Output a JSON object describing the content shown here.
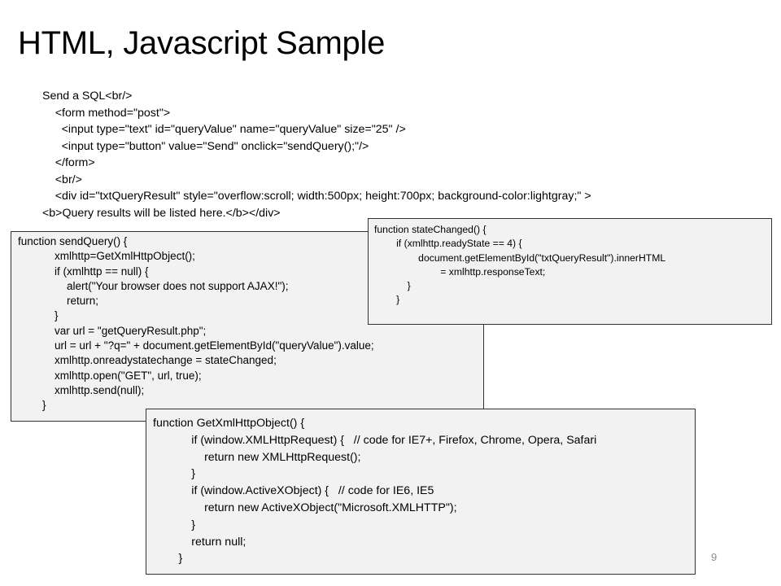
{
  "slide": {
    "title": "HTML, Javascript Sample",
    "page_number": "9"
  },
  "intro_code": [
    "Send a SQL<br/>",
    "    <form method=\"post\">",
    "      <input type=\"text\" id=\"queryValue\" name=\"queryValue\" size=\"25\" />",
    "      <input type=\"button\" value=\"Send\" onclick=\"sendQuery();\"/>",
    "    </form>",
    "    <br/>",
    "    <div id=\"txtQueryResult\" style=\"overflow:scroll; width:500px; height:700px; background-color:lightgray;\" >",
    "<b>Query results will be listed here.</b></div>"
  ],
  "send_query_code": [
    "function sendQuery() {",
    "            xmlhttp=GetXmlHttpObject();",
    "            if (xmlhttp == null) {",
    "                alert(\"Your browser does not support AJAX!\");",
    "                return;",
    "            }",
    "            var url = \"getQueryResult.php\";",
    "            url = url + \"?q=\" + document.getElementById(\"queryValue\").value;",
    "            xmlhttp.onreadystatechange = stateChanged;",
    "            xmlhttp.open(\"GET\", url, true);",
    "            xmlhttp.send(null);",
    "        }"
  ],
  "state_changed_code": [
    "function stateChanged() {",
    "        if (xmlhttp.readyState == 4) {",
    "                document.getElementById(\"txtQueryResult\").innerHTML",
    "                        = xmlhttp.responseText;",
    "            }",
    "        }"
  ],
  "get_xml_http_code": [
    "function GetXmlHttpObject() {",
    "            if (window.XMLHttpRequest) {   // code for IE7+, Firefox, Chrome, Opera, Safari",
    "                return new XMLHttpRequest();",
    "            }",
    "            if (window.ActiveXObject) {   // code for IE6, IE5",
    "                return new ActiveXObject(\"Microsoft.XMLHTTP\");",
    "            }",
    "            return null;",
    "        }"
  ]
}
